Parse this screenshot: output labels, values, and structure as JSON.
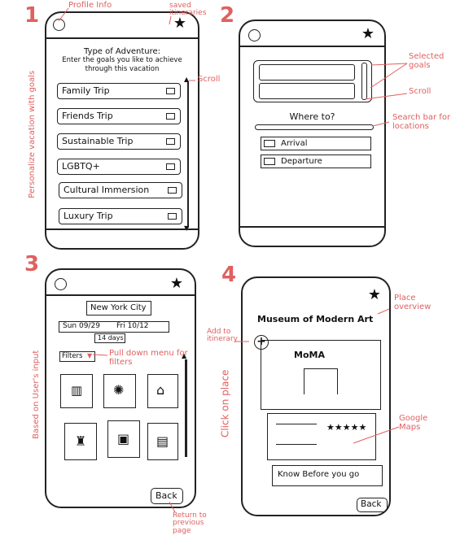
{
  "annotations": {
    "profile_info": "Profile Info",
    "saved_itineraries": "saved itineraries",
    "scroll1": "Scroll",
    "personalize": "Personalize vacation with goals",
    "selected_goals": "Selected goals",
    "scroll2": "Scroll",
    "search_bar": "Search bar for locations",
    "pull_down": "Pull down menu for filters",
    "based_on": "Based on User's input",
    "return_prev": "Return to previous page",
    "add_itin": "Add to itinerary",
    "place_overview": "Place overview",
    "click_place": "Click on place",
    "google_maps": "Google Maps"
  },
  "screen_numbers": [
    "1",
    "2",
    "3",
    "4"
  ],
  "screen1": {
    "heading": "Type of Adventure:",
    "subheading1": "Enter the goals you like to achieve",
    "subheading2": "through this vacation",
    "options": [
      "Family Trip",
      "Friends Trip",
      "Sustainable Trip",
      "LGBTQ+",
      "Cultural Immersion",
      "Luxury Trip"
    ]
  },
  "screen2": {
    "where_to": "Where to?",
    "arrival": "Arrival",
    "departure": "Departure"
  },
  "screen3": {
    "city": "New York City",
    "start_date": "Sun 09/29",
    "end_date": "Fri 10/12",
    "duration": "14 days",
    "filters": "Filters",
    "back": "Back"
  },
  "screen4": {
    "title": "Museum of Modern Art",
    "image_label": "MoMA",
    "stars": "★★★★★",
    "know_before": "Know Before you go",
    "back": "Back"
  }
}
